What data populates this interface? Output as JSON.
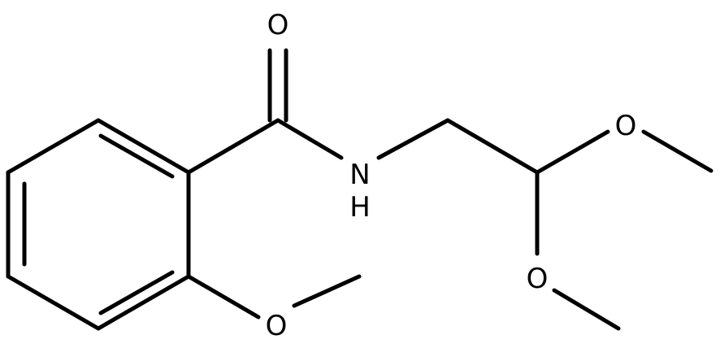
{
  "molecule": {
    "atoms": {
      "carbonyl_oxygen": "O",
      "amide_nitrogen": "N",
      "amide_hydrogen": "H",
      "acetal_oxygen_upper": "O",
      "acetal_oxygen_lower": "O",
      "aryl_ether_oxygen": "O"
    },
    "colors": {
      "bond": "#000000",
      "label": "#000000",
      "background": "#ffffff"
    }
  }
}
